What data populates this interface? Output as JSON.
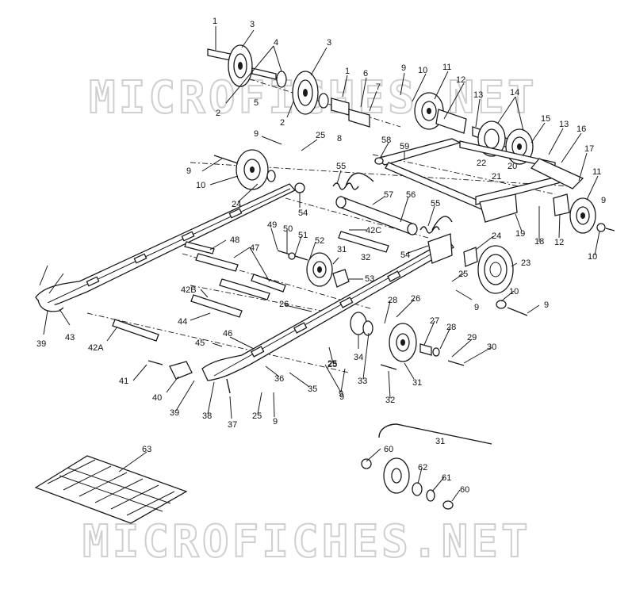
{
  "watermark": {
    "text": "MICROFICHES.NET"
  },
  "callouts": [
    {
      "id": "c1a",
      "text": "1"
    },
    {
      "id": "c3a",
      "text": "3"
    },
    {
      "id": "c4",
      "text": "4"
    },
    {
      "id": "c3b",
      "text": "3"
    },
    {
      "id": "c5",
      "text": "5"
    },
    {
      "id": "c2a",
      "text": "2"
    },
    {
      "id": "c2b",
      "text": "2"
    },
    {
      "id": "c1b",
      "text": "1"
    },
    {
      "id": "c6",
      "text": "6"
    },
    {
      "id": "c7",
      "text": "7"
    },
    {
      "id": "c8",
      "text": "8"
    },
    {
      "id": "c9a",
      "text": "9"
    },
    {
      "id": "c10a",
      "text": "10"
    },
    {
      "id": "c11a",
      "text": "11"
    },
    {
      "id": "c12a",
      "text": "12"
    },
    {
      "id": "c13a",
      "text": "13"
    },
    {
      "id": "c14",
      "text": "14"
    },
    {
      "id": "c15",
      "text": "15"
    },
    {
      "id": "c13b",
      "text": "13"
    },
    {
      "id": "c16",
      "text": "16"
    },
    {
      "id": "c17",
      "text": "17"
    },
    {
      "id": "c22",
      "text": "22"
    },
    {
      "id": "c20",
      "text": "20"
    },
    {
      "id": "c21",
      "text": "21"
    },
    {
      "id": "c58",
      "text": "58"
    },
    {
      "id": "c59",
      "text": "59"
    },
    {
      "id": "c9b",
      "text": "9"
    },
    {
      "id": "c25a",
      "text": "25"
    },
    {
      "id": "c9c",
      "text": "9"
    },
    {
      "id": "c10b",
      "text": "10"
    },
    {
      "id": "c24a",
      "text": "24"
    },
    {
      "id": "c55a",
      "text": "55"
    },
    {
      "id": "c57",
      "text": "57"
    },
    {
      "id": "c56",
      "text": "56"
    },
    {
      "id": "c54a",
      "text": "54"
    },
    {
      "id": "c11b",
      "text": "11"
    },
    {
      "id": "c9d",
      "text": "9"
    },
    {
      "id": "c12b",
      "text": "12"
    },
    {
      "id": "c18",
      "text": "18"
    },
    {
      "id": "c19",
      "text": "19"
    },
    {
      "id": "c10c",
      "text": "10"
    },
    {
      "id": "c42c",
      "text": "42C"
    },
    {
      "id": "c55b",
      "text": "55"
    },
    {
      "id": "c54b",
      "text": "54"
    },
    {
      "id": "c24b",
      "text": "24"
    },
    {
      "id": "c49",
      "text": "49"
    },
    {
      "id": "c50",
      "text": "50"
    },
    {
      "id": "c51",
      "text": "51"
    },
    {
      "id": "c52",
      "text": "52"
    },
    {
      "id": "c48",
      "text": "48"
    },
    {
      "id": "c47",
      "text": "47"
    },
    {
      "id": "c31a",
      "text": "31"
    },
    {
      "id": "c32a",
      "text": "32"
    },
    {
      "id": "c53",
      "text": "53"
    },
    {
      "id": "c23",
      "text": "23"
    },
    {
      "id": "c25b",
      "text": "25"
    },
    {
      "id": "c9e",
      "text": "9"
    },
    {
      "id": "c25c",
      "text": "25"
    },
    {
      "id": "c9f",
      "text": "9"
    },
    {
      "id": "c42b",
      "text": "42B"
    },
    {
      "id": "c10d",
      "text": "10"
    },
    {
      "id": "c9g",
      "text": "9"
    },
    {
      "id": "c28a",
      "text": "28"
    },
    {
      "id": "c26a",
      "text": "26"
    },
    {
      "id": "c26b",
      "text": "26"
    },
    {
      "id": "c44",
      "text": "44"
    },
    {
      "id": "c39a",
      "text": "39"
    },
    {
      "id": "c43",
      "text": "43"
    },
    {
      "id": "c42a",
      "text": "42A"
    },
    {
      "id": "c45",
      "text": "45"
    },
    {
      "id": "c46",
      "text": "46"
    },
    {
      "id": "c27",
      "text": "27"
    },
    {
      "id": "c28b",
      "text": "28"
    },
    {
      "id": "c29",
      "text": "29"
    },
    {
      "id": "c30",
      "text": "30"
    },
    {
      "id": "c34",
      "text": "34"
    },
    {
      "id": "c25d",
      "text": "25"
    },
    {
      "id": "c41",
      "text": "41"
    },
    {
      "id": "c36",
      "text": "36"
    },
    {
      "id": "c33",
      "text": "33"
    },
    {
      "id": "c31b",
      "text": "31"
    },
    {
      "id": "c40",
      "text": "40"
    },
    {
      "id": "c35",
      "text": "35"
    },
    {
      "id": "c9h",
      "text": "9"
    },
    {
      "id": "c39b",
      "text": "39"
    },
    {
      "id": "c38",
      "text": "38"
    },
    {
      "id": "c37",
      "text": "37"
    },
    {
      "id": "c25e",
      "text": "25"
    },
    {
      "id": "c9i",
      "text": "9"
    },
    {
      "id": "c32b",
      "text": "32"
    },
    {
      "id": "c63",
      "text": "63"
    },
    {
      "id": "c31c",
      "text": "31"
    },
    {
      "id": "c60a",
      "text": "60"
    },
    {
      "id": "c62",
      "text": "62"
    },
    {
      "id": "c61",
      "text": "61"
    },
    {
      "id": "c60b",
      "text": "60"
    }
  ]
}
